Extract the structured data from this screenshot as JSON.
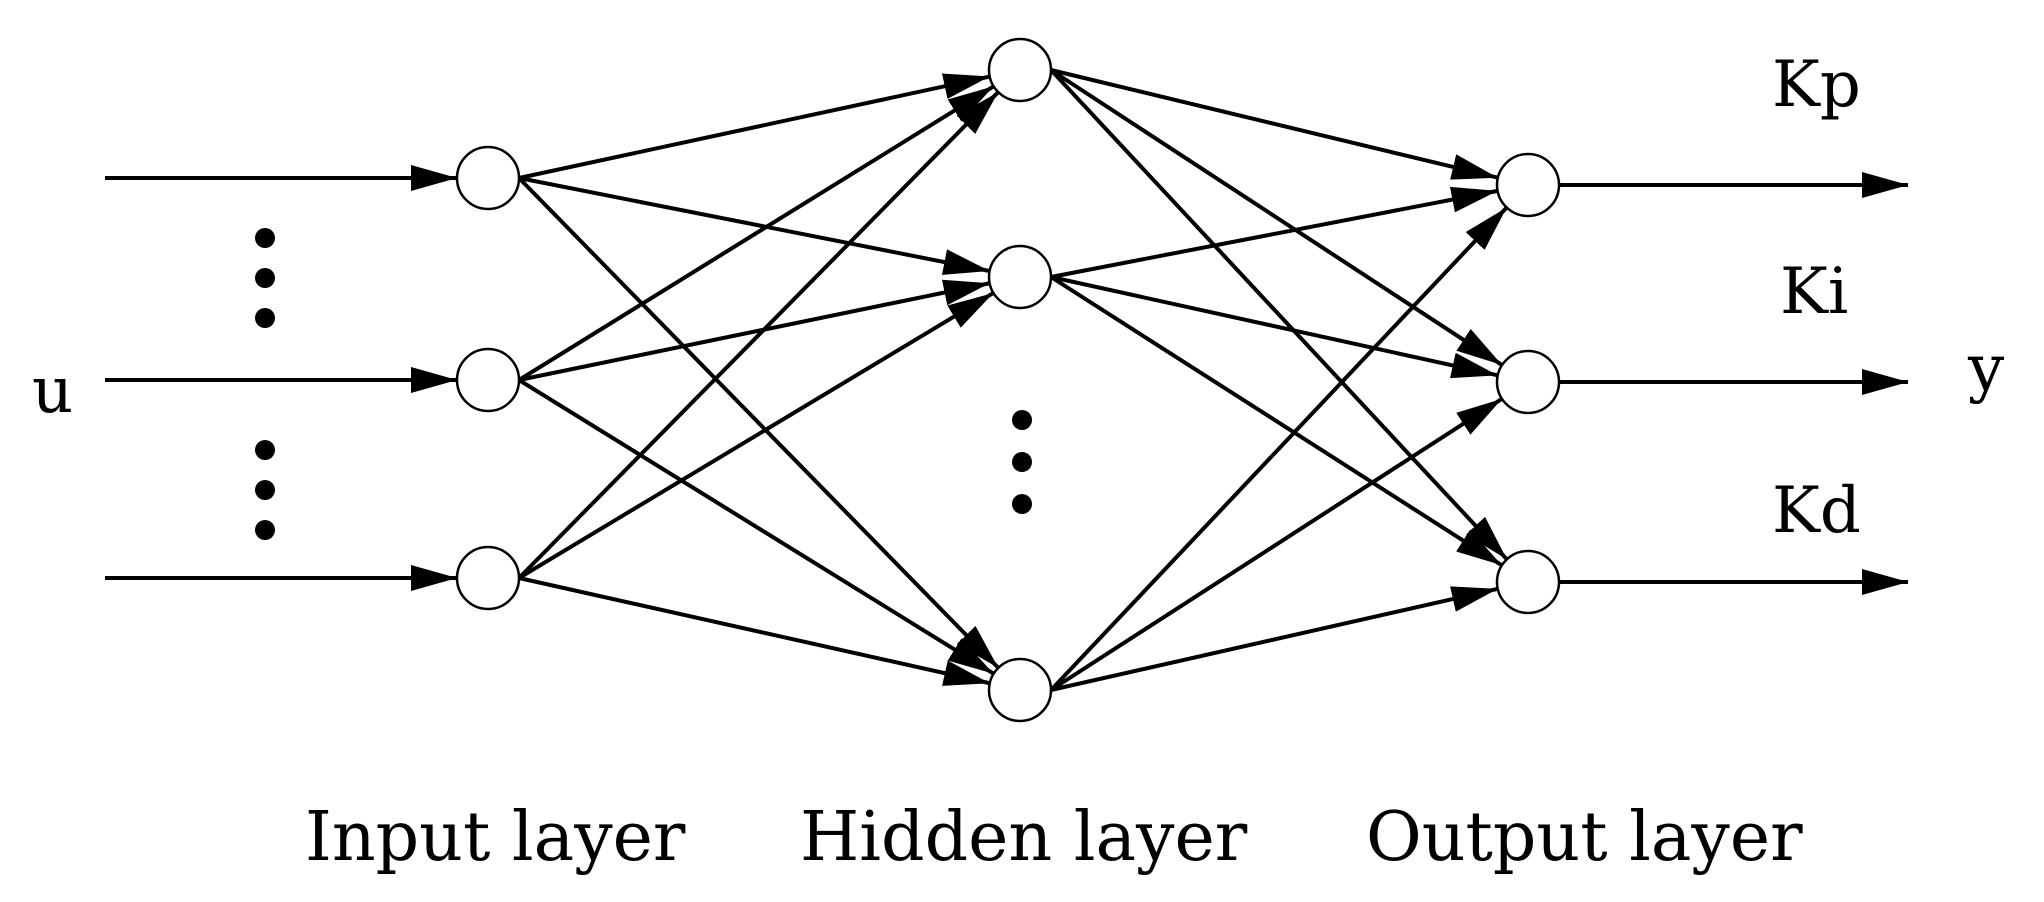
{
  "labels": {
    "input_signal": "u",
    "output_signal": "y",
    "outputs": [
      "Kp",
      "Ki",
      "Kd"
    ],
    "layers": [
      "Input layer",
      "Hidden layer",
      "Output layer"
    ]
  },
  "colors": {
    "line": "#000000",
    "node_fill": "#ffffff",
    "background": "#ffffff"
  }
}
